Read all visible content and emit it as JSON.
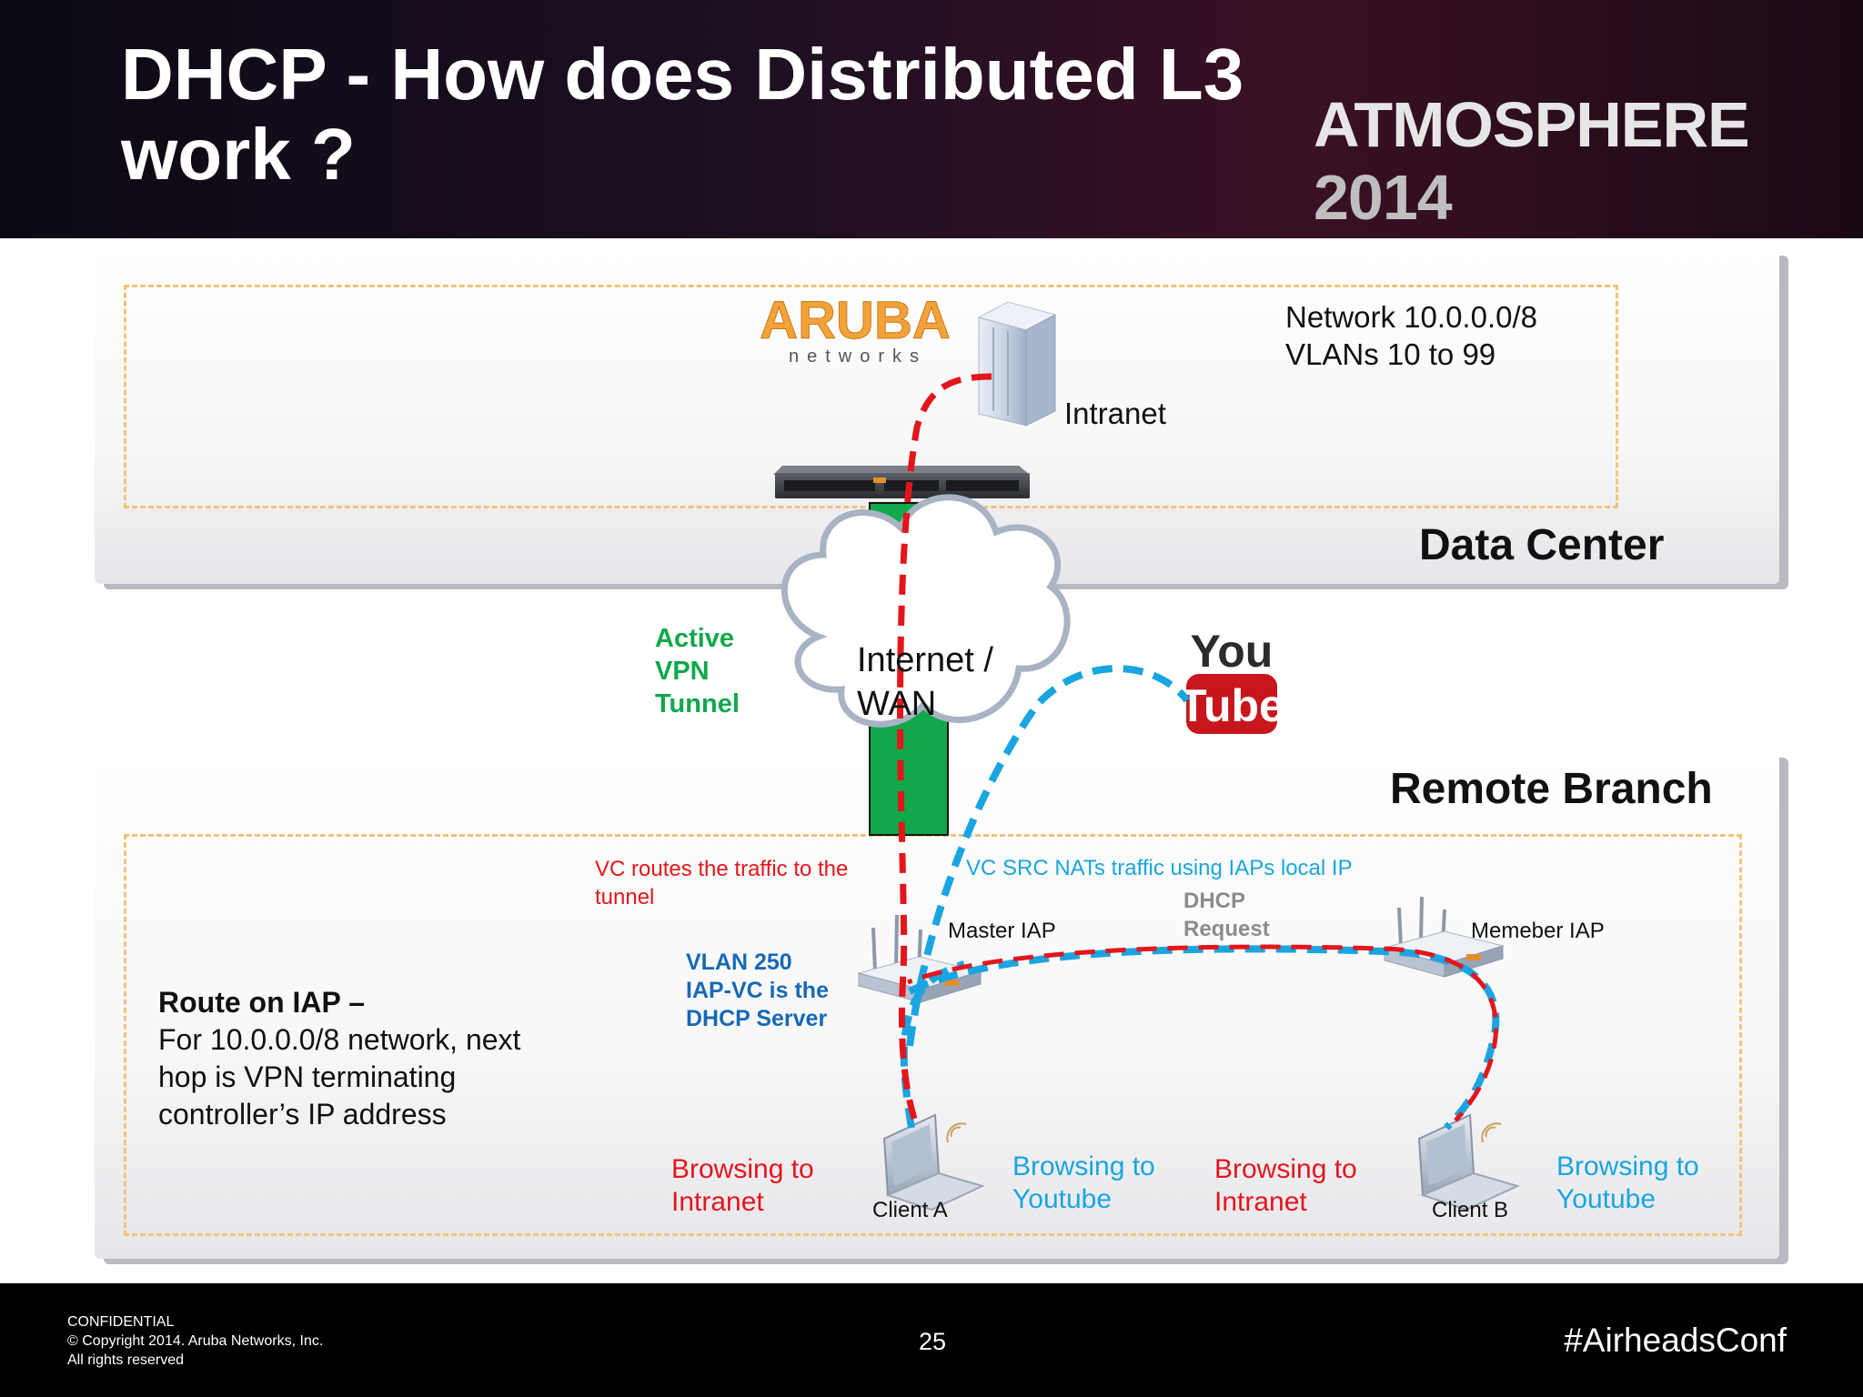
{
  "slide": {
    "title": "DHCP - How does Distributed L3 work ?",
    "brand": "ATMOSPHERE",
    "brand_year": "2014",
    "page_number": "25"
  },
  "footer": {
    "confidential": "CONFIDENTIAL",
    "copyright": "© Copyright 2014. Aruba Networks, Inc.",
    "rights": "All rights reserved",
    "hashtag": "#AirheadsConf"
  },
  "diagram": {
    "aruba_logo": "ARUBA",
    "aruba_sub": "networks",
    "network_line1": "Network 10.0.0.0/8",
    "network_line2": "VLANs 10 to 99",
    "intranet": "Intranet",
    "data_center": "Data Center",
    "vpn_line1": "Active",
    "vpn_line2": "VPN",
    "vpn_line3": "Tunnel",
    "internet_line1": "Internet /",
    "internet_line2": "WAN",
    "youtube_you": "You",
    "youtube_tube": "Tube",
    "remote_branch": "Remote Branch",
    "vc_routes_line1": "VC routes the traffic to the",
    "vc_routes_line2": "tunnel",
    "vc_nat": "VC SRC NATs traffic using IAPs local IP",
    "dhcp_line1": "DHCP",
    "dhcp_line2": "Request",
    "master_iap": "Master IAP",
    "member_iap": "Memeber IAP",
    "vlan_line1": "VLAN 250",
    "vlan_line2": "IAP-VC is the",
    "vlan_line3": "DHCP Server",
    "route_heading": "Route on IAP –",
    "route_line1": "For  10.0.0.0/8 network, next",
    "route_line2": "hop is VPN terminating",
    "route_line3": "controller’s IP address",
    "client_a": "Client A",
    "client_b": "Client B",
    "browse_intranet_a_1": "Browsing to",
    "browse_intranet_a_2": "Intranet",
    "browse_youtube_a_1": "Browsing to",
    "browse_youtube_a_2": "Youtube",
    "browse_intranet_b_1": "Browsing to",
    "browse_intranet_b_2": "Intranet",
    "browse_youtube_b_1": "Browsing to",
    "browse_youtube_b_2": "Youtube"
  },
  "colors": {
    "intranet_path": "#e3161b",
    "youtube_path": "#1aa5e0",
    "vpn_tunnel": "#10a84a",
    "vlan_text": "#1769b3",
    "dhcp_text": "#8c8c8c",
    "dashed_border": "#f5c27a"
  }
}
